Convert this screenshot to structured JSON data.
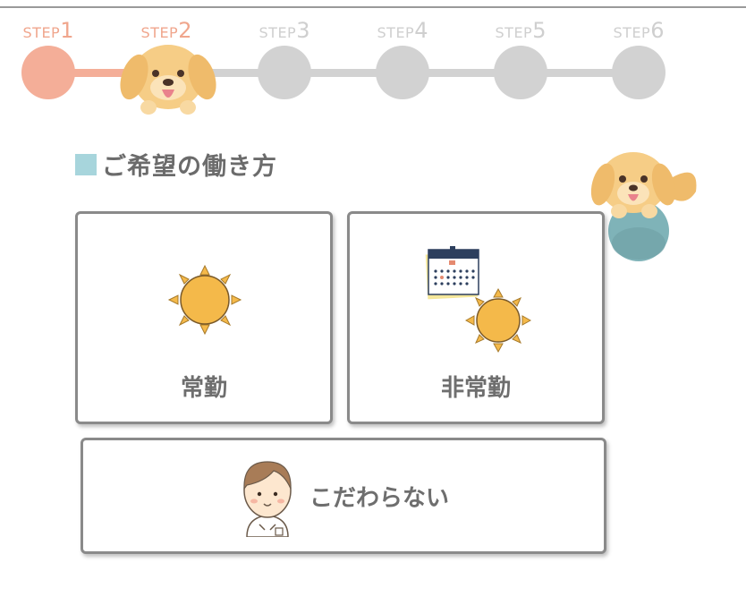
{
  "stepper": {
    "steps": [
      {
        "word": "STEP",
        "num": "1",
        "state": "done"
      },
      {
        "word": "STEP",
        "num": "2",
        "state": "active"
      },
      {
        "word": "STEP",
        "num": "3",
        "state": "todo"
      },
      {
        "word": "STEP",
        "num": "4",
        "state": "todo"
      },
      {
        "word": "STEP",
        "num": "5",
        "state": "todo"
      },
      {
        "word": "STEP",
        "num": "6",
        "state": "todo"
      }
    ]
  },
  "section": {
    "title": "ご希望の働き方"
  },
  "options": {
    "fulltime": {
      "label": "常勤",
      "icon": "sun-icon"
    },
    "parttime": {
      "label": "非常勤",
      "icon": "calendar-sun-icon"
    },
    "any": {
      "label": "こだわらない",
      "icon": "nurse-avatar-icon"
    }
  },
  "colors": {
    "accent": "#f4ae98",
    "inactive": "#d2d2d2",
    "title_marker": "#a7d5dc",
    "sun": "#f4b94a"
  }
}
